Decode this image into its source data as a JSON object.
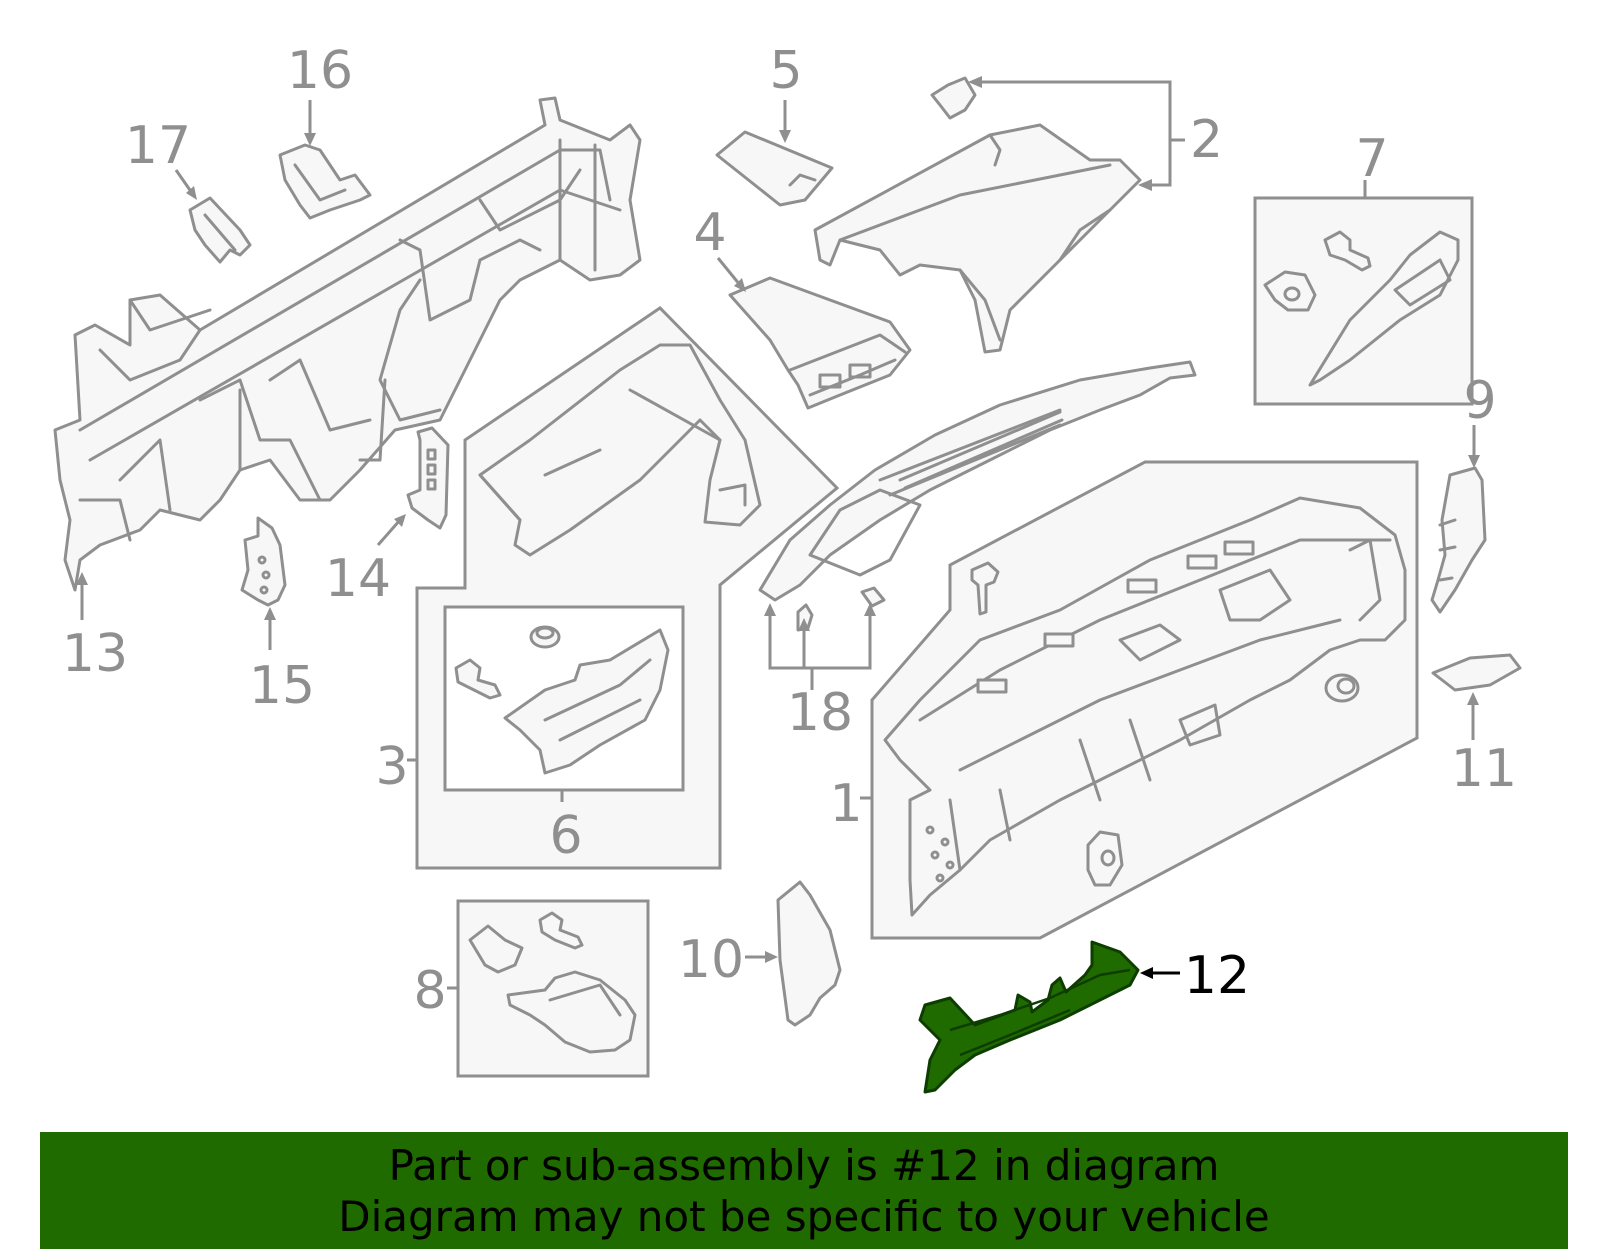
{
  "callouts": {
    "c1": "1",
    "c2": "2",
    "c3": "3",
    "c4": "4",
    "c5": "5",
    "c6": "6",
    "c7": "7",
    "c8": "8",
    "c9": "9",
    "c10": "10",
    "c11": "11",
    "c12": "12",
    "c13": "13",
    "c14": "14",
    "c15": "15",
    "c16": "16",
    "c17": "17",
    "c18": "18"
  },
  "highlighted_part": "12",
  "colors": {
    "line": "#8f8f8f",
    "highlight": "#1f6b00",
    "banner": "#1f6b00"
  },
  "banner": {
    "line1": "Part or sub-assembly is #12 in diagram",
    "line2": "Diagram may not be specific to your vehicle"
  }
}
